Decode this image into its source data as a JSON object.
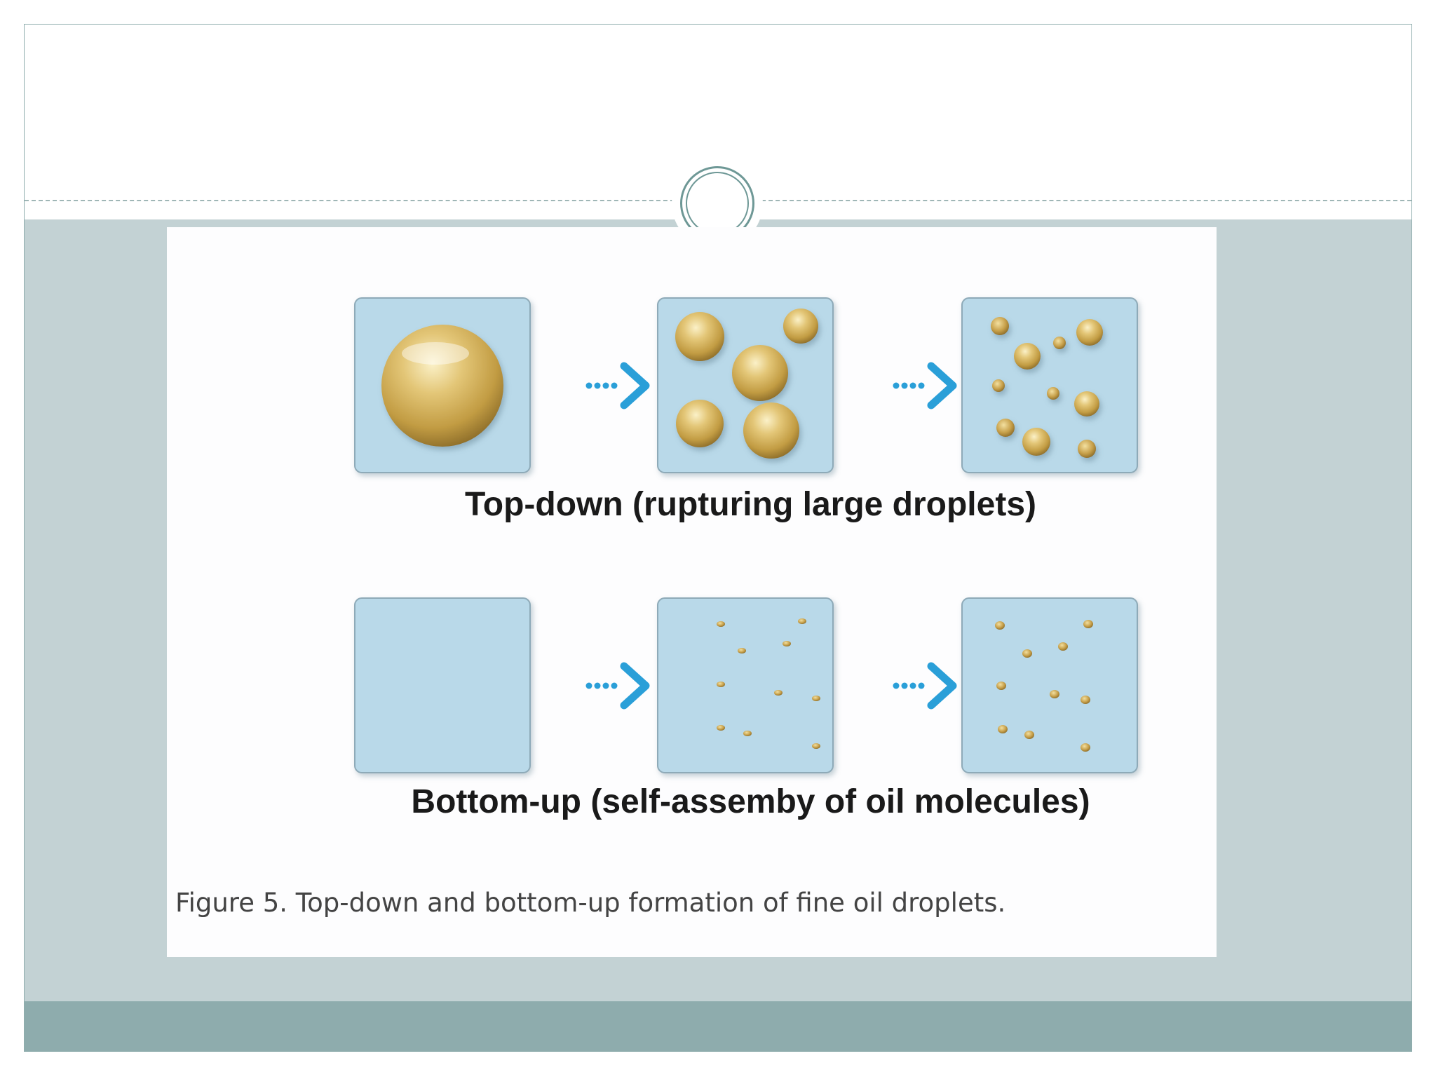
{
  "colors": {
    "slide_body": "#c3d2d4",
    "footer_band": "#8eacad",
    "frame_border": "#8fadad",
    "medallion_ring": "#6e9896",
    "box_fill": "#b9d9e9",
    "box_border": "#8eaab8",
    "arrow": "#2a9fd8",
    "droplet_gold": "#c9a24a"
  },
  "figure": {
    "top_row_label": "Top-down (rupturing large droplets)",
    "bottom_row_label": "Bottom-up (self-assemby of oil molecules)",
    "caption": "Figure 5. Top-down and bottom-up formation of fine oil droplets."
  }
}
